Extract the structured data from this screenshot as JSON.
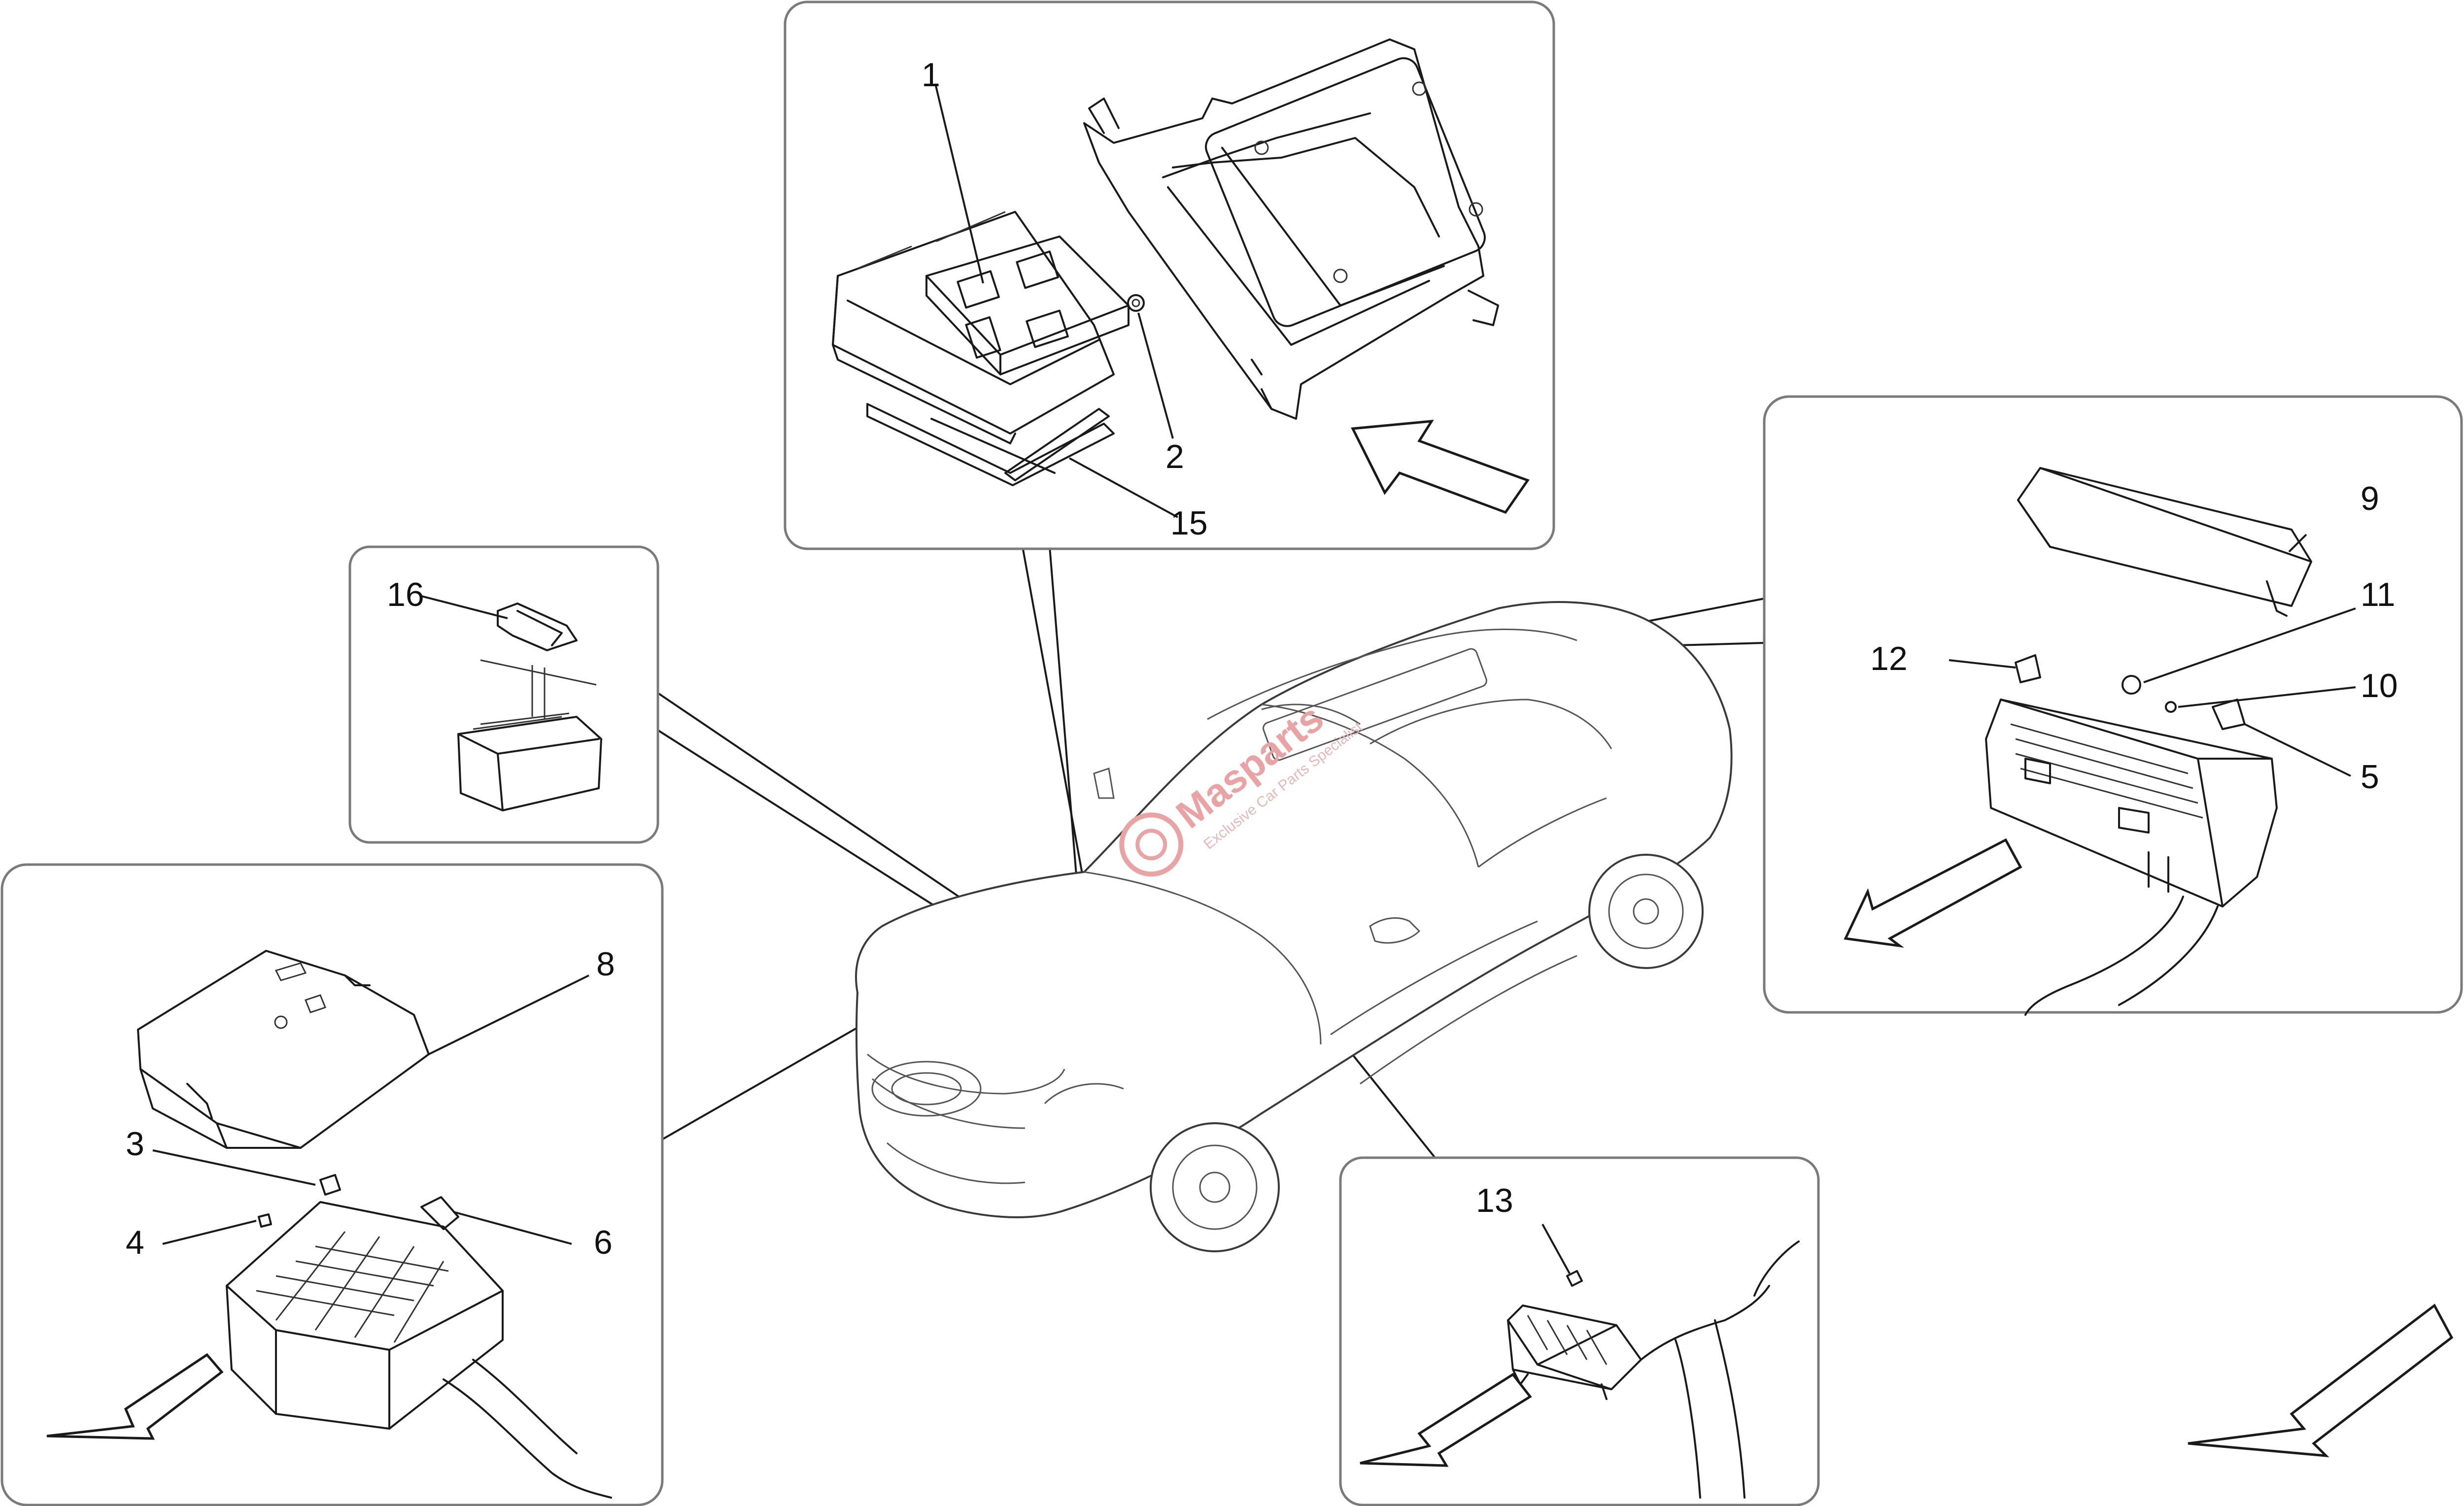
{
  "callouts": {
    "c1": "1",
    "c2": "2",
    "c3": "3",
    "c4": "4",
    "c5": "5",
    "c6": "6",
    "c8": "8",
    "c9": "9",
    "c10": "10",
    "c11": "11",
    "c12": "12",
    "c13": "13",
    "c15": "15",
    "c16": "16"
  },
  "watermark": {
    "brand": "Masparts",
    "tagline": "Exclusive Car Parts Specialist"
  },
  "colors": {
    "line": "#1a1a1a",
    "frame": "#7a7a7a",
    "watermark": "#e9a3a3"
  }
}
